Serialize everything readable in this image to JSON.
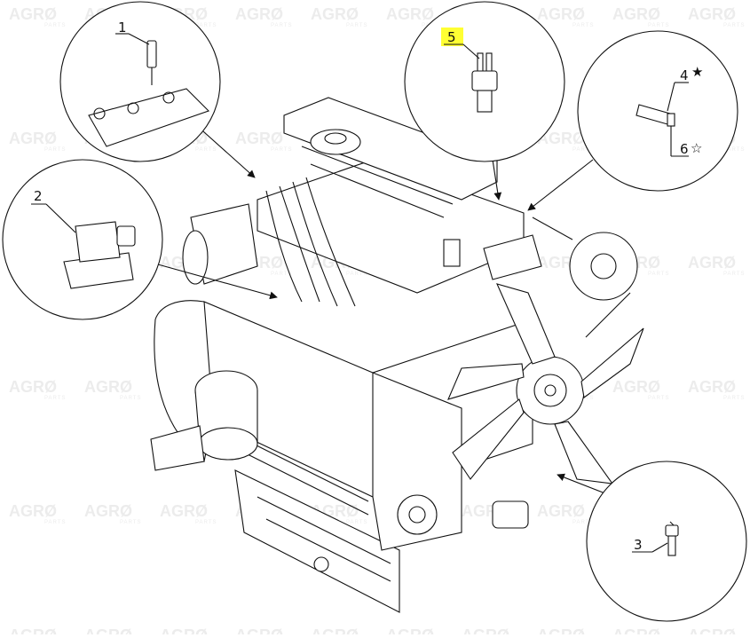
{
  "watermark": {
    "brand": "AGRØ",
    "sub": "PARTS"
  },
  "callouts": [
    {
      "id": "1",
      "label": "1",
      "highlight": false,
      "marker": ""
    },
    {
      "id": "2",
      "label": "2",
      "highlight": false,
      "marker": ""
    },
    {
      "id": "3",
      "label": "3",
      "highlight": false,
      "marker": ""
    },
    {
      "id": "4",
      "label": "4",
      "highlight": false,
      "marker": "★"
    },
    {
      "id": "5",
      "label": "5",
      "highlight": true,
      "marker": ""
    },
    {
      "id": "6",
      "label": "6",
      "highlight": false,
      "marker": "☆"
    }
  ],
  "colors": {
    "highlight": "#ffff33",
    "line": "#111111",
    "watermark": "#ececec"
  }
}
